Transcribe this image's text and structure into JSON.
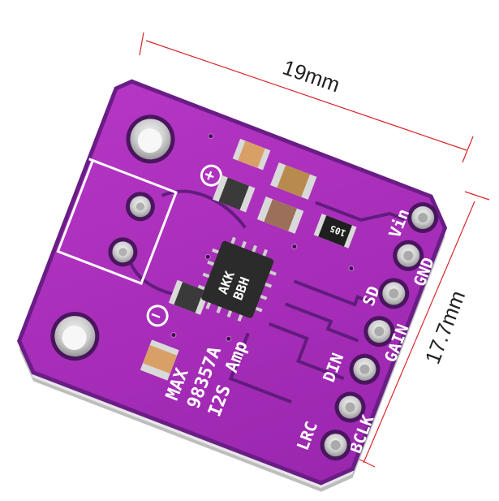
{
  "image": {
    "subject": "MAX98357A I2S amplifier breakout board product photo",
    "background": "#ffffff"
  },
  "dimensions": {
    "width_label": "19mm",
    "height_label": "17.7mm",
    "line_color": "#d9262b"
  },
  "board": {
    "pcb_color": "#a42bb8",
    "pcb_dark": "#5a1a78",
    "silk_color": "#ffffff",
    "pad_color": "#d8d8d8",
    "silkscreen": {
      "line1": "MAX",
      "line2": "98357A",
      "line3": "I2S",
      "line4": "Amp",
      "plus_symbol": "+",
      "minus_symbol": "−"
    },
    "chip": {
      "marking_line1": "AKK",
      "marking_line2": "BBH"
    },
    "resistor_marking": "105",
    "pins": [
      {
        "label": "Vin"
      },
      {
        "label": "GND"
      },
      {
        "label": "SD"
      },
      {
        "label": "GAIN"
      },
      {
        "label": "DIN"
      },
      {
        "label": "BCLK"
      },
      {
        "label": "LRC"
      }
    ]
  }
}
